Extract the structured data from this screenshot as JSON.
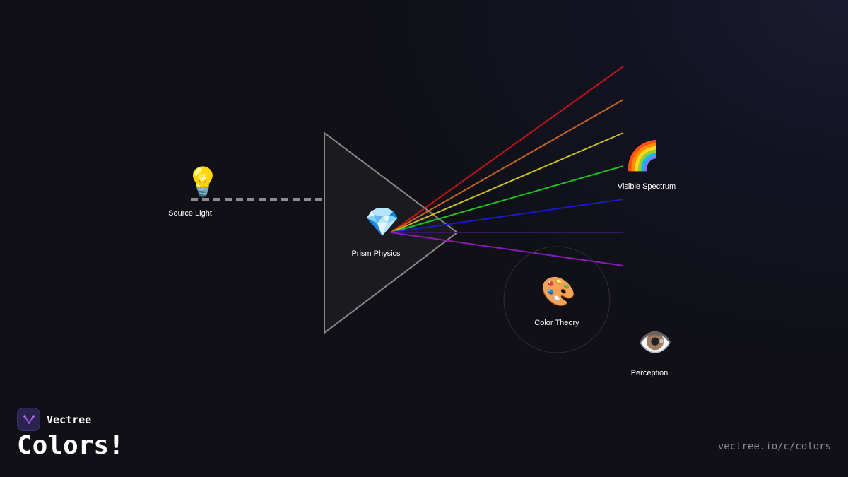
{
  "brand": {
    "name": "Vectree",
    "logo_icon": "vectree-logo-icon",
    "logo_color": "#a25ce6"
  },
  "title": "Colors!",
  "url": "vectree.io/c/colors",
  "nodes": {
    "source": {
      "label": "Source Light",
      "icon": "💡",
      "icon_name": "light-bulb-icon"
    },
    "prism": {
      "label": "Prism Physics",
      "icon": "💎",
      "icon_name": "gem-icon"
    },
    "spectrum": {
      "label": "Visible Spectrum",
      "icon": "🌈",
      "icon_name": "rainbow-icon"
    },
    "theory": {
      "label": "Color Theory",
      "icon": "🎨",
      "icon_name": "palette-icon"
    },
    "perception": {
      "label": "Perception",
      "icon": "👁️",
      "icon_name": "eye-icon"
    }
  },
  "spectrum_colors": [
    "#c0151b",
    "#c96420",
    "#c9c124",
    "#1ec21e",
    "#1a1ac8",
    "#3a1660",
    "#8a1ab8"
  ],
  "colors": {
    "background": "#0f0f14",
    "prism_stroke": "#8a8a8e",
    "beam": "#8c8c90"
  }
}
